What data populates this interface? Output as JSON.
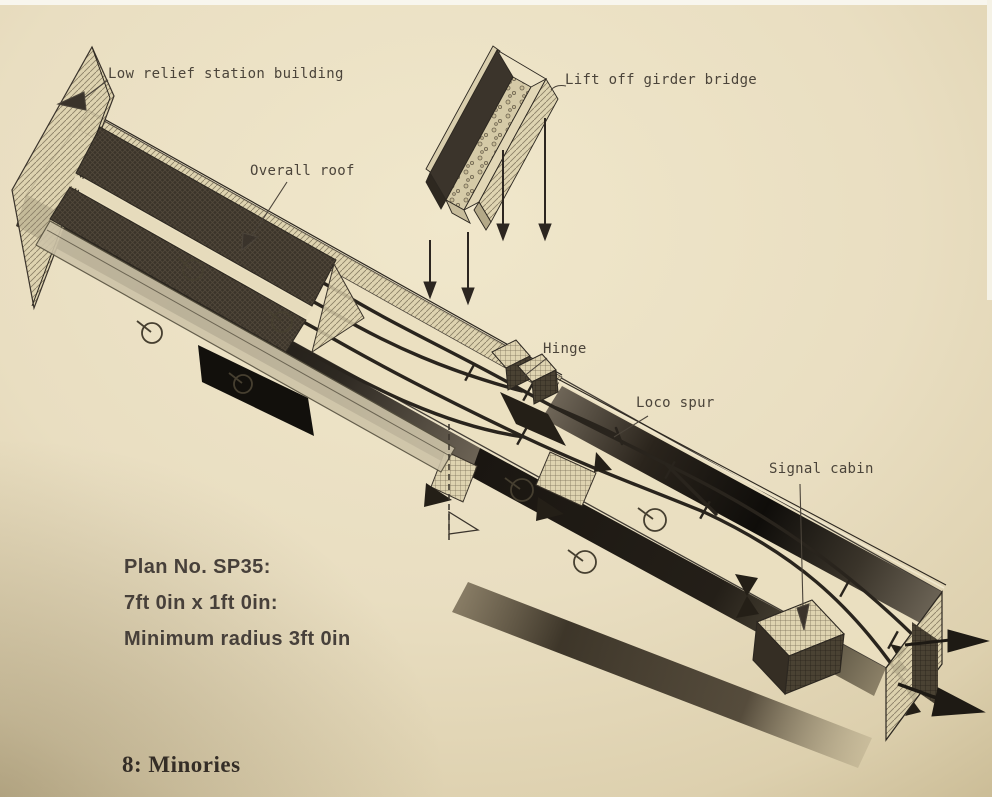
{
  "page": {
    "figure_caption": "8: Minories",
    "plan_info": {
      "plan_no": "Plan No. SP35:",
      "size": "7ft 0in x 1ft 0in:",
      "radius": "Minimum radius 3ft 0in"
    },
    "diagram_labels": {
      "station_building": "Low relief station building",
      "overall_roof": "Overall roof",
      "girder_bridge": "Lift off girder bridge",
      "hinge": "Hinge",
      "loco_spur": "Loco spur",
      "signal_cabin": "Signal cabin"
    },
    "colors": {
      "paper": "#e9dfc2",
      "ink": "#2c261e",
      "label_text": "#4b443a",
      "caption_text": "#342d26"
    }
  }
}
